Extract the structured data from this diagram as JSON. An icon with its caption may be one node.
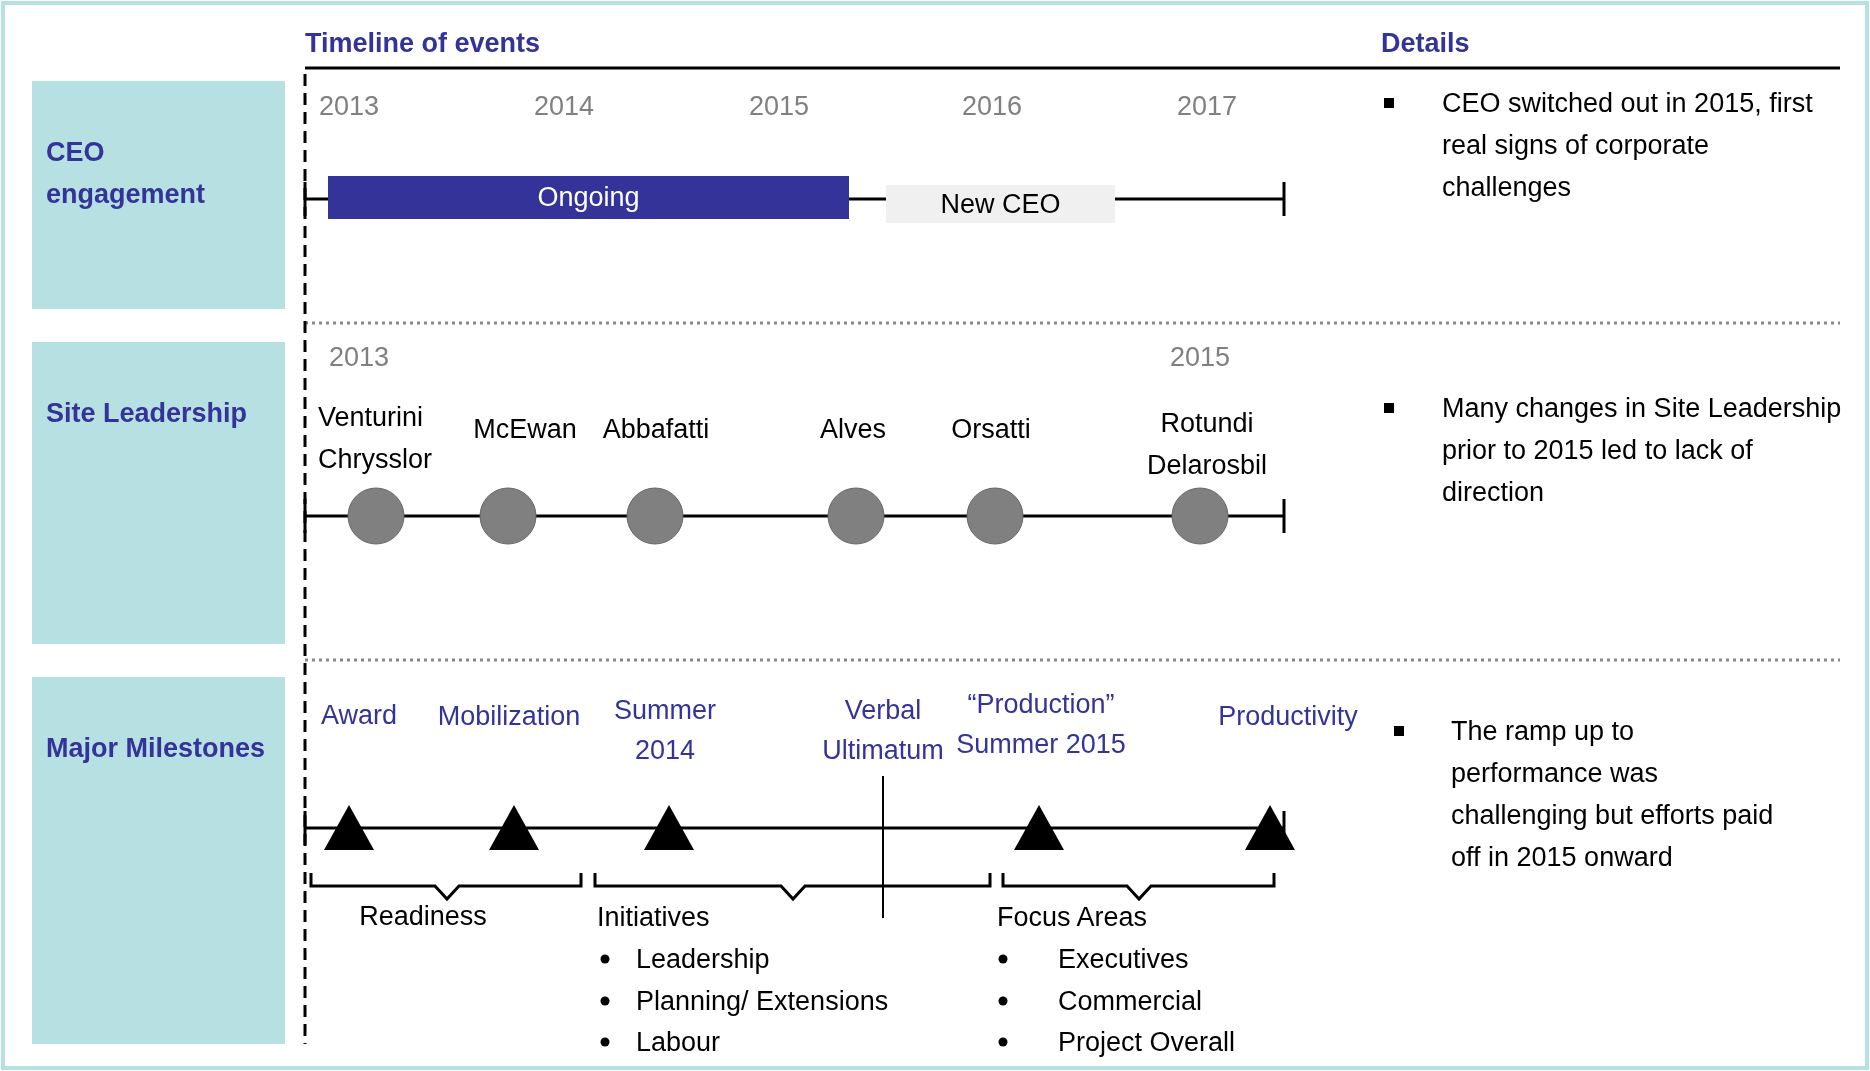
{
  "diagram": {
    "nodes": [
      {
        "text": [
          "CEO engagement"
        ]
      },
      {
        "text": [
          "Site Leadership"
        ]
      },
      {
        "text": [
          "Major Milestones"
        ]
      },
      {
        "text": [
          "Ongoing"
        ]
      },
      {
        "text": [
          "New CEO"
        ]
      },
      {
        "text": [],
        "shape": "circle"
      },
      {
        "text": [],
        "shape": "circle",
        "beside": [
          "McEwan"
        ]
      },
      {
        "text": [],
        "shape": "circle",
        "beside": [
          "Abbafatti"
        ]
      },
      {
        "text": [],
        "shape": "circle",
        "beside": [
          "Alves"
        ]
      },
      {
        "text": [],
        "shape": "circle",
        "beside": [
          "Orsatti"
        ]
      },
      {
        "text": [],
        "shape": "circle",
        "beside": [
          "Rotundi Delarosbil"
        ]
      },
      {
        "text": [],
        "shape": "triangle"
      },
      {
        "text": [],
        "shape": "triangle",
        "beside": [
          "Mobilization"
        ]
      },
      {
        "text": [],
        "shape": "triangle",
        "beside": [
          "Summer 2014"
        ]
      },
      {
        "text": [],
        "shape": "triangle",
        "beside": [
          "“Production” Summer 2015"
        ]
      },
      {
        "text": [],
        "shape": "triangle",
        "beside": [
          "Productivity"
        ]
      }
    ],
    "labels": [
      "Timeline of events",
      "Details",
      "2013",
      "2014",
      "2015",
      "2016",
      "2017",
      "CEO switched out in 2015, first real signs of corporate challenges",
      "2013",
      "2015",
      "Venturini Chrysslor",
      "Many changes in Site Leadership prior to 2015 led to lack of direction",
      "Award",
      "Verbal Ultimatum",
      "The ramp up to performance was challenging but efforts paid off in 2015 onward",
      "Readiness",
      "Initiatives",
      "Leadership",
      "Planning/ Extensions",
      "Labour",
      "Focus Areas",
      "Executives",
      "Commercial",
      "Project Overall"
    ]
  }
}
